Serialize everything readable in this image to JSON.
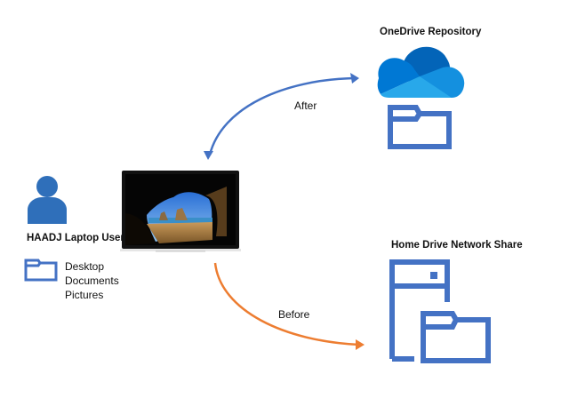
{
  "diagram": {
    "onedrive": {
      "title": "OneDrive Repository",
      "icons": [
        "onedrive-cloud-icon",
        "folder-icon"
      ]
    },
    "user": {
      "title": "HAADJ Laptop User",
      "icons": [
        "user-icon",
        "folder-icon"
      ],
      "folders": [
        "Desktop",
        "Documents",
        "Pictures"
      ]
    },
    "laptop": {
      "icon": "laptop-icon"
    },
    "home_drive": {
      "title": "Home Drive Network Share",
      "icons": [
        "server-icon",
        "folder-icon"
      ]
    },
    "arrows": {
      "after": {
        "label": "After",
        "color": "#4472c4"
      },
      "before": {
        "label": "Before",
        "color": "#ed7d31"
      }
    },
    "colors": {
      "icon_blue": "#4472c4",
      "cloud_dark": "#0364b8",
      "cloud_mid": "#0078d4",
      "cloud_light": "#1490df",
      "cloud_lightest": "#28a8ea"
    }
  }
}
